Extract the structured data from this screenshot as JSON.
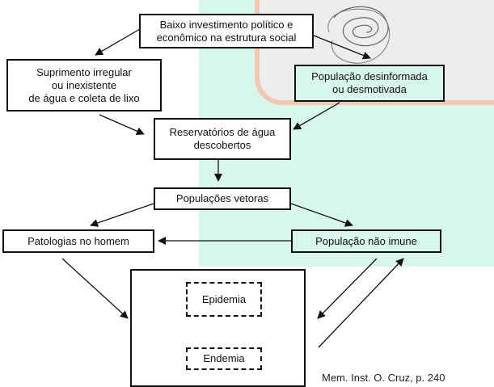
{
  "diagram": {
    "nodes": {
      "low_investment": "Baixo investimento político e\neconômico na estrutura social",
      "irregular_supply": "Suprimento irregular\nou inexistente\nde água e coleta de lixo",
      "uninformed_population": "População desinformada\nou desmotivada",
      "uncovered_reservoirs": "Reservatórios de água\ndescobertos",
      "vector_populations": "Populações vetoras",
      "human_pathologies": "Patologias no homem",
      "non_immune_population": "População não imune",
      "epidemic": "Epidemia",
      "endemic": "Endemia"
    },
    "caption": "Mem. Inst. O. Cruz, p. 240"
  }
}
